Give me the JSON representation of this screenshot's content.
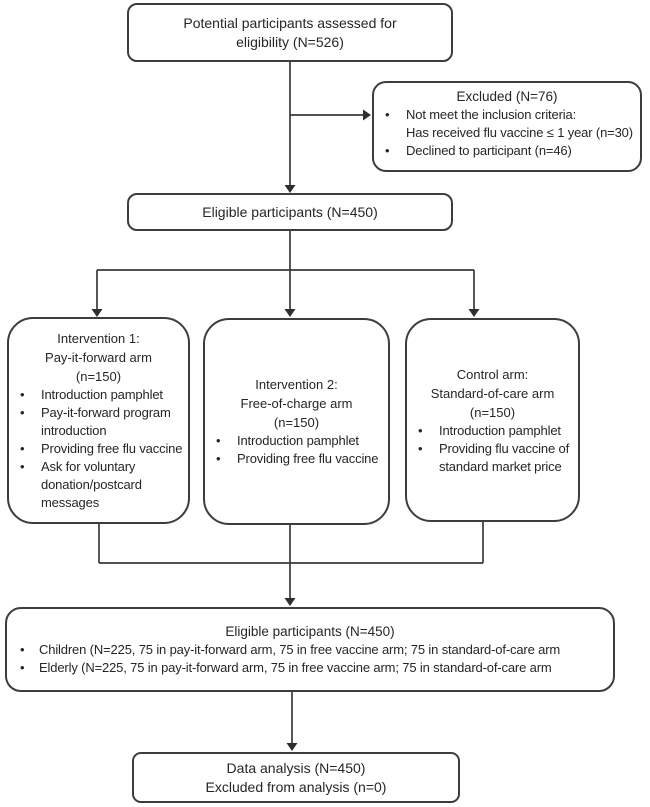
{
  "diagram": {
    "assessed": {
      "lines": [
        "Potential participants assessed for",
        "eligibility (N=526)"
      ]
    },
    "excluded": {
      "title": "Excluded (N=76)",
      "bullet1": "Not meet the inclusion criteria:",
      "bullet1_cont": "Has received flu vaccine ≤ 1 year (n=30)",
      "bullet2": "Declined to participant (n=46)"
    },
    "eligible": {
      "title": "Eligible participants (N=450)"
    },
    "arm1": {
      "header": [
        "Intervention 1:",
        "Pay-it-forward arm",
        "(n=150)"
      ],
      "bullets": [
        "Introduction pamphlet",
        "Pay-it-forward program introduction",
        "Providing free flu vaccine",
        "Ask for voluntary donation/postcard messages"
      ]
    },
    "arm2": {
      "header": [
        "Intervention 2:",
        "Free-of-charge arm",
        "(n=150)"
      ],
      "bullets": [
        "Introduction pamphlet",
        "Providing free flu vaccine"
      ]
    },
    "arm3": {
      "header": [
        "Control arm:",
        "Standard-of-care arm",
        "(n=150)"
      ],
      "bullets": [
        "Introduction pamphlet",
        "Providing flu vaccine of standard market price"
      ]
    },
    "eligible_detail": {
      "title": "Eligible participants (N=450)",
      "bullets": [
        "Children (N=225, 75 in pay-it-forward arm, 75 in free vaccine arm; 75 in standard-of-care arm",
        "Elderly (N=225, 75 in pay-it-forward arm, 75 in free vaccine arm; 75 in standard-of-care  arm"
      ]
    },
    "analysis": {
      "lines": [
        "Data analysis (N=450)",
        "Excluded from analysis (n=0)"
      ]
    },
    "colors": {
      "border": "#3d3d3d",
      "connector": "#3a3a3a",
      "text": "#262626",
      "background": "#ffffff"
    }
  },
  "glyphs": {
    "bullet": "•"
  }
}
